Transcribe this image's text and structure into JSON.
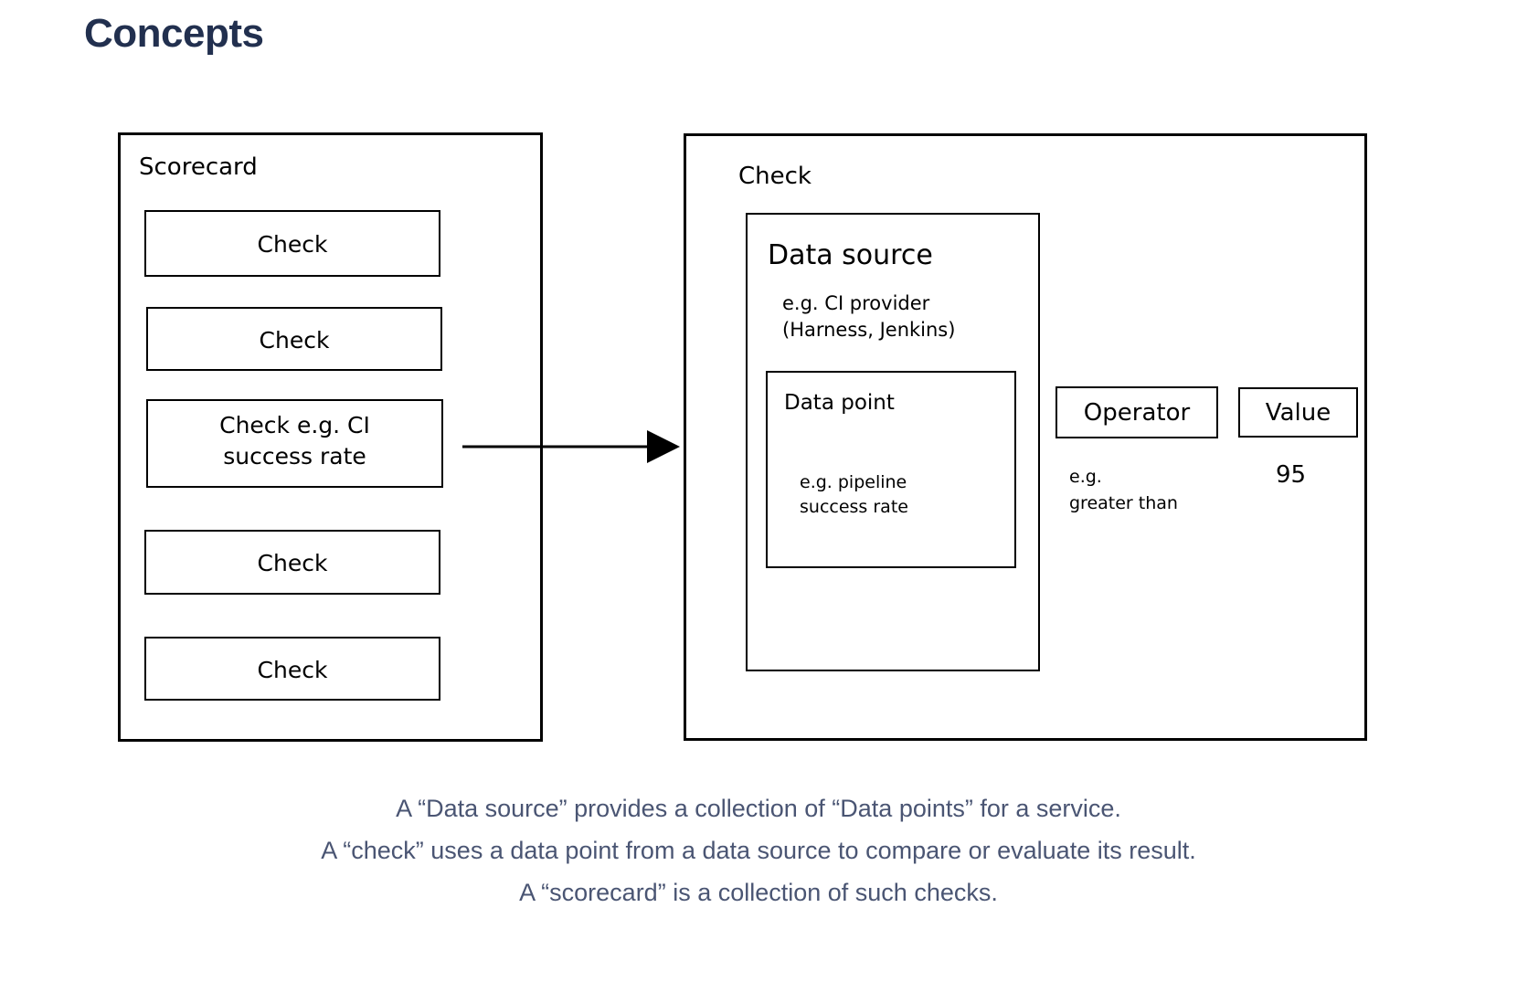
{
  "page": {
    "title": "Concepts",
    "title_color": "#22304f",
    "background": "#ffffff",
    "stroke_color": "#000000",
    "caption_color": "#4a5573"
  },
  "scorecard": {
    "label": "Scorecard",
    "checks": [
      {
        "label": "Check"
      },
      {
        "label": "Check"
      },
      {
        "label": "Check e.g. CI",
        "label_line2": "success rate"
      },
      {
        "label": "Check"
      },
      {
        "label": "Check"
      }
    ]
  },
  "arrow": {
    "name": "arrow-right",
    "from": "check-ci-success-rate",
    "to": "check-detail-panel"
  },
  "check_detail": {
    "label": "Check",
    "data_source": {
      "title": "Data source",
      "example_line1": "e.g. CI provider",
      "example_line2": "(Harness, Jenkins)",
      "data_point": {
        "title": "Data point",
        "example_line1": "e.g. pipeline",
        "example_line2": "success rate"
      }
    },
    "operator": {
      "label": "Operator",
      "example_line1": "e.g.",
      "example_line2": "greater than"
    },
    "value": {
      "label": "Value",
      "example": "95"
    }
  },
  "caption": {
    "lines": [
      "A “Data source” provides a collection of “Data points” for a service.",
      "A “check” uses a data point from a data source to compare or evaluate its result.",
      "A “scorecard” is a collection of such checks."
    ]
  }
}
